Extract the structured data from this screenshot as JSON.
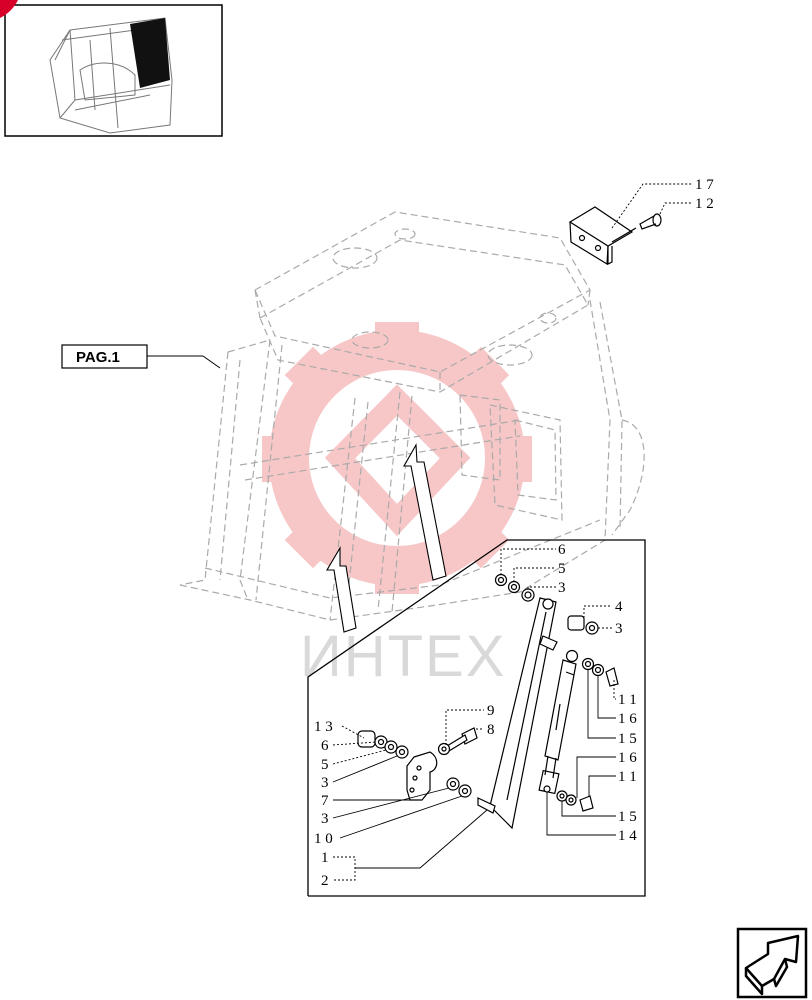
{
  "thumbnail": {
    "name": "cab-overview-thumbnail"
  },
  "page_ref": {
    "label": "PAG.1"
  },
  "watermark": {
    "text": "ИНТЕХ"
  },
  "callouts": [
    {
      "id": "c17",
      "text": "1 7"
    },
    {
      "id": "c12",
      "text": "1 2"
    },
    {
      "id": "c6a",
      "text": "6"
    },
    {
      "id": "c5a",
      "text": "5"
    },
    {
      "id": "c3a",
      "text": "3"
    },
    {
      "id": "c4",
      "text": "4"
    },
    {
      "id": "c3b",
      "text": "3"
    },
    {
      "id": "c11a",
      "text": "1 1"
    },
    {
      "id": "c16a",
      "text": "1 6"
    },
    {
      "id": "c15a",
      "text": "1 5"
    },
    {
      "id": "c16b",
      "text": "1 6"
    },
    {
      "id": "c11b",
      "text": "1 1"
    },
    {
      "id": "c15b",
      "text": "1 5"
    },
    {
      "id": "c14",
      "text": "1 4"
    },
    {
      "id": "c9",
      "text": "9"
    },
    {
      "id": "c8",
      "text": "8"
    },
    {
      "id": "c13",
      "text": "1 3"
    },
    {
      "id": "c6b",
      "text": "6"
    },
    {
      "id": "c5b",
      "text": "5"
    },
    {
      "id": "c3c",
      "text": "3"
    },
    {
      "id": "c7",
      "text": "7"
    },
    {
      "id": "c3d",
      "text": "3"
    },
    {
      "id": "c10",
      "text": "1 0"
    },
    {
      "id": "c1",
      "text": "1"
    },
    {
      "id": "c2",
      "text": "2"
    }
  ],
  "nav_icon": {
    "name": "next-page-arrow-icon"
  }
}
